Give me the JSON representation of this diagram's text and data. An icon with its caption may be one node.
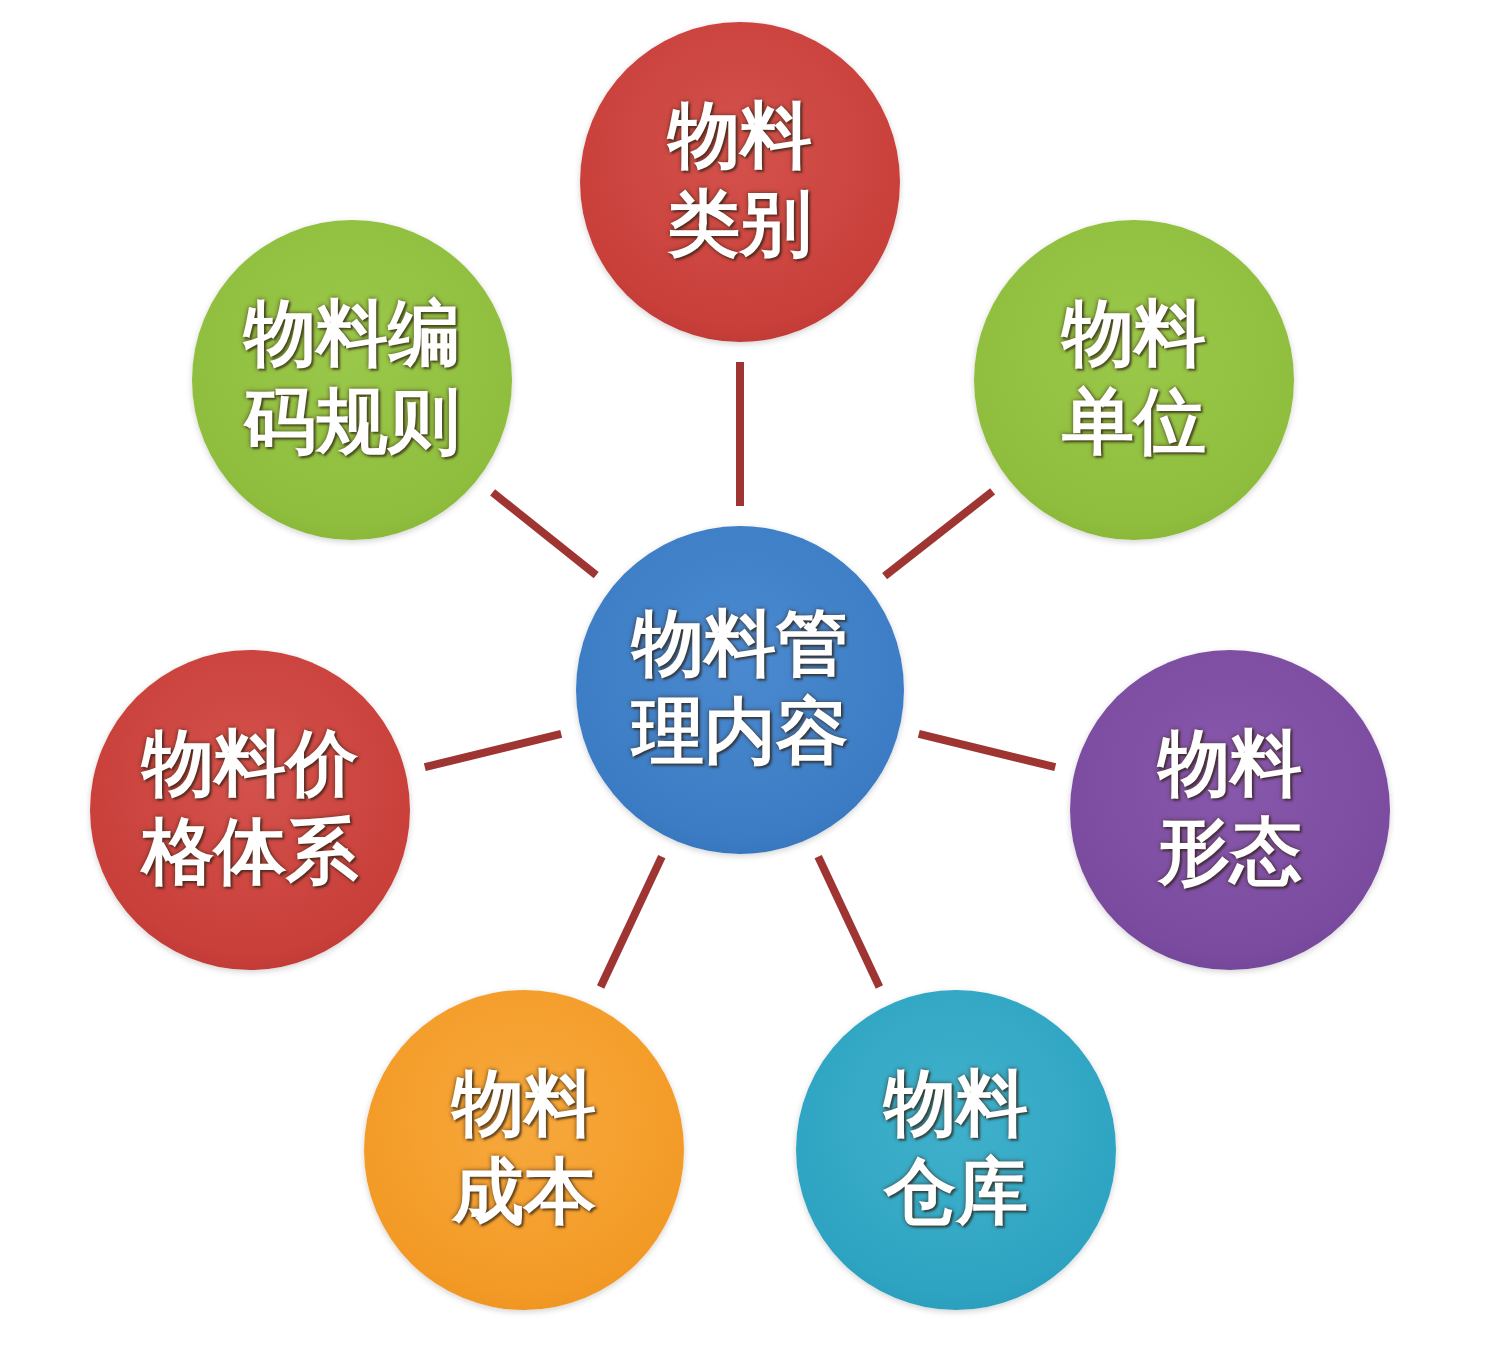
{
  "diagram": {
    "nodes": [
      {
        "text": [
          "物料类别"
        ]
      },
      {
        "text": [
          "物料编码规则"
        ]
      },
      {
        "text": [
          "物料单位"
        ]
      },
      {
        "text": [
          "物料管理内容"
        ]
      },
      {
        "text": [
          "物料价格体系"
        ]
      },
      {
        "text": [
          "物料形态"
        ]
      },
      {
        "text": [
          "物料成本"
        ]
      },
      {
        "text": [
          "物料仓库"
        ]
      }
    ],
    "edges": [
      {
        "from": 3,
        "to": 0,
        "arrow": "none"
      },
      {
        "from": 3,
        "to": 1,
        "arrow": "none"
      },
      {
        "from": 3,
        "to": 2,
        "arrow": "none"
      },
      {
        "from": 3,
        "to": 4,
        "arrow": "none"
      },
      {
        "from": 3,
        "to": 5,
        "arrow": "none"
      },
      {
        "from": 3,
        "to": 6,
        "arrow": "none"
      },
      {
        "from": 3,
        "to": 7,
        "arrow": "none"
      }
    ]
  }
}
